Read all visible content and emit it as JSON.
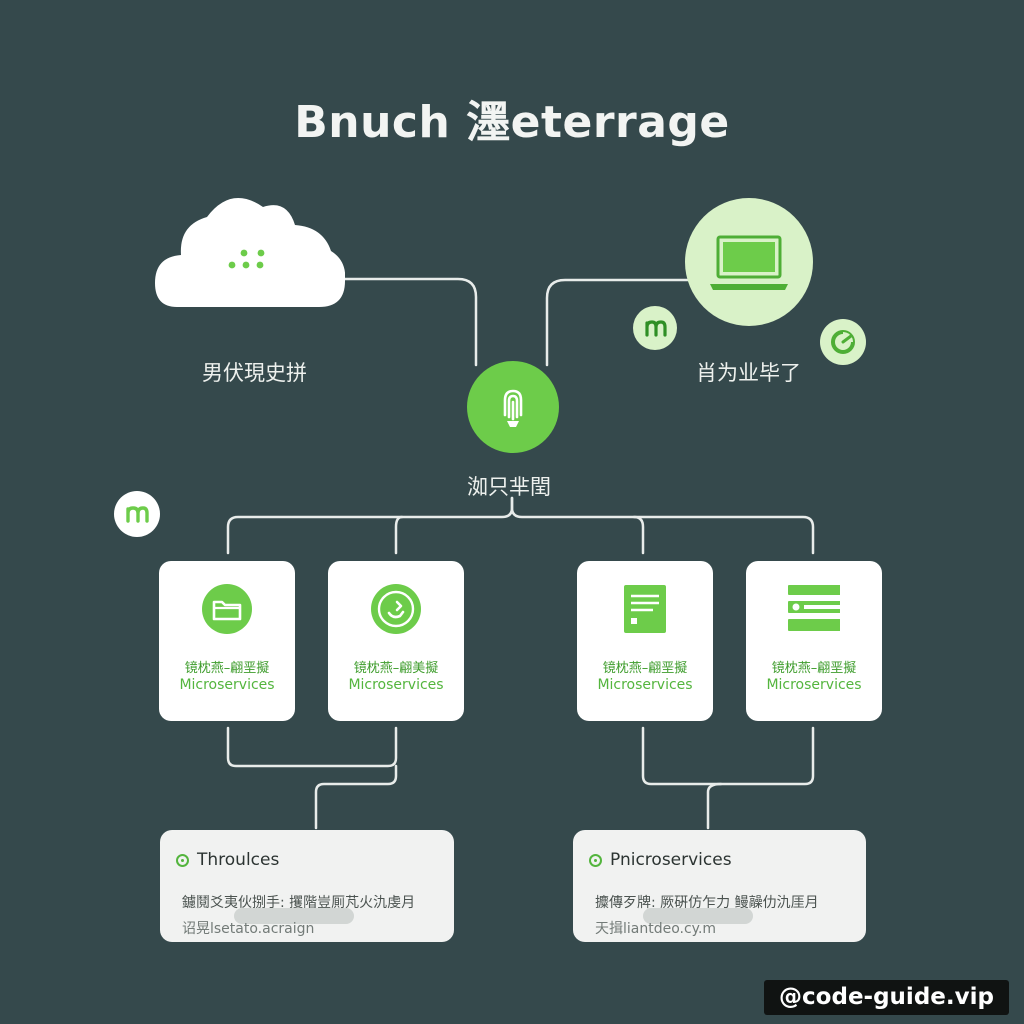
{
  "title": "Bnuch 濹eterrage",
  "cloud": {
    "label": "男伏現史拼",
    "icon": "cloud-icon"
  },
  "client": {
    "label": "肖为业毕了",
    "icon": "laptop-icon"
  },
  "gateway": {
    "label": "洳只芈閏",
    "icon": "fingerprint-icon"
  },
  "badges": [
    {
      "text": "m",
      "icon": "m-badge-icon"
    },
    {
      "text": "m",
      "icon": "m-badge-icon"
    },
    {
      "icon": "pie-badge-icon"
    }
  ],
  "cards": [
    {
      "line1": "镜枕燕–翩垩擬",
      "line2": "Microservices",
      "icon": "folder-icon"
    },
    {
      "line1": "镜枕燕–翩美擬",
      "line2": "Microservices",
      "icon": "refresh-icon"
    },
    {
      "line1": "镜枕燕–翩垩擬",
      "line2": "Microservices",
      "icon": "document-icon"
    },
    {
      "line1": "镜枕燕–翩垩擬",
      "line2": "Microservices",
      "icon": "list-icon"
    }
  ],
  "panels": [
    {
      "title": "Throulces",
      "desc": "鑢鬩爻夷伙捌手: 攫階豈厠芃火氿虔月",
      "foot": "诏晃lsetato.acraign"
    },
    {
      "title": "Pnicroservices",
      "desc": "攗傳歹牌: 厥硏仿乍力 鳗髞仂氿厓月",
      "foot": "天揖liantdeo.cy.m"
    }
  ],
  "colors": {
    "background": "#35494c",
    "accent": "#6dcc4a",
    "accent_light": "#d9f2c8",
    "card": "#ffffff"
  },
  "watermark": "@code-guide.vip"
}
